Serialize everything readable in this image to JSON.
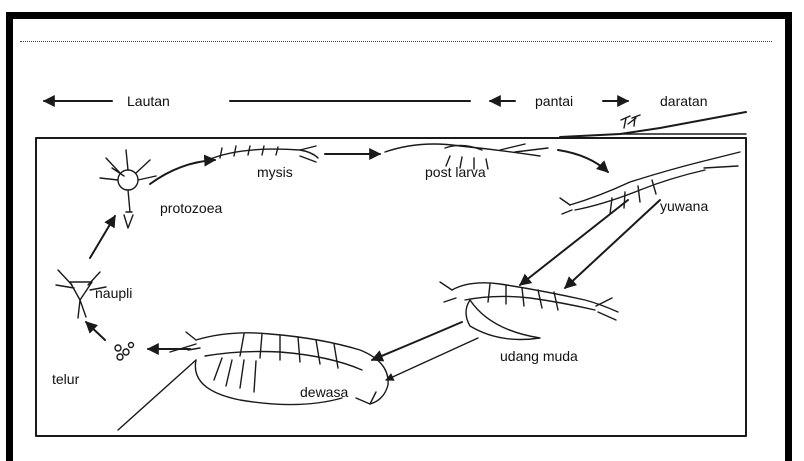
{
  "zones": {
    "lautan": "Lautan",
    "pantai": "pantai",
    "daratan": "daratan"
  },
  "stages": {
    "telur": "telur",
    "naupli": "naupli",
    "protozoea": "protozoea",
    "mysis": "mysis",
    "post_larva": "post larva",
    "yuwana": "yuwana",
    "udang_muda": "udang muda",
    "dewasa": "dewasa"
  }
}
